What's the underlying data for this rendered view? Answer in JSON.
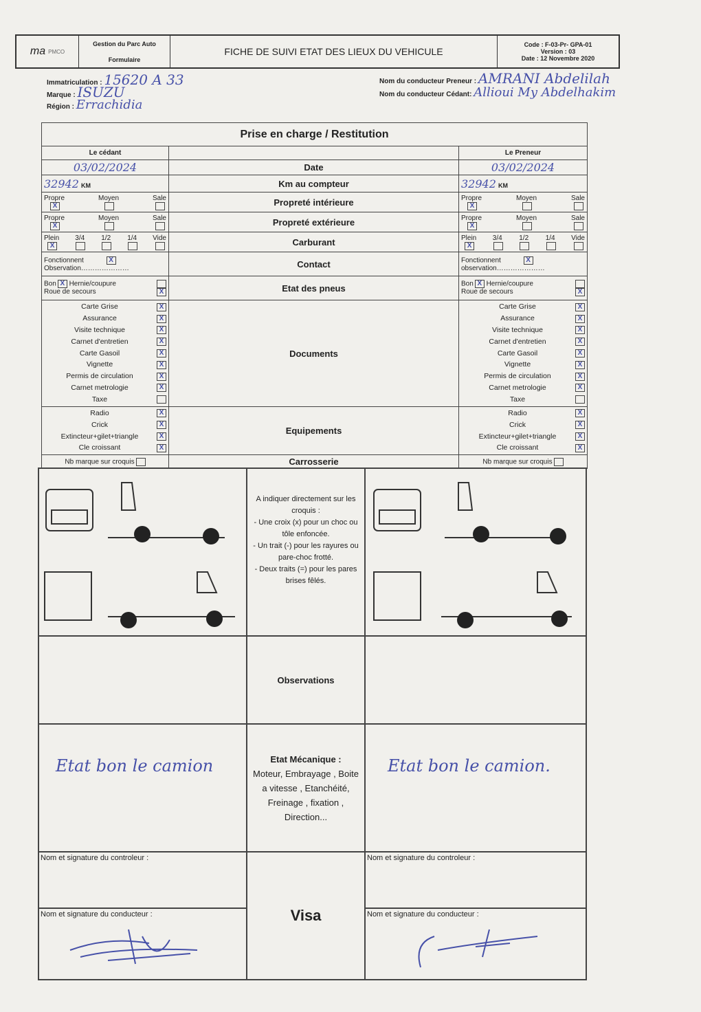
{
  "header": {
    "logo_text": "ma",
    "logo_sub": "PMCO",
    "dept": "Gestion du Parc Auto",
    "type": "Formulaire",
    "title": "FICHE DE SUIVI ETAT DES LIEUX DU VEHICULE",
    "code": "Code : F-03-Pr- GPA-01",
    "version": "Version : 03",
    "date": "Date : 12 Novembre 2020"
  },
  "info": {
    "immat_label": "Immatriculation :",
    "immat": "15620 A 33",
    "marque_label": "Marque :",
    "marque": "ISUZU",
    "region_label": "Région :",
    "region": "Errachidia",
    "preneur_label": "Nom du conducteur Preneur :",
    "preneur": "AMRANI Abdelilah",
    "cedant_label": "Nom du conducteur Cédant:",
    "cedant": "Allioui My Abdelhakim"
  },
  "table": {
    "title": "Prise en charge / Restitution",
    "left_head": "Le cédant",
    "right_head": "Le Preneur",
    "rows": {
      "date": "Date",
      "km": "Km au compteur",
      "pint": "Propreté intérieure",
      "pext": "Propreté extérieure",
      "carb": "Carburant",
      "contact": "Contact",
      "pneus": "Etat des pneus",
      "docs": "Documents",
      "equip": "Equipements",
      "carro": "Carrosserie"
    },
    "km_unit": "KM",
    "left": {
      "date": "03/02/2024",
      "km": "32942"
    },
    "right": {
      "date": "03/02/2024",
      "km": "32942"
    },
    "proprete": [
      "Propre",
      "Moyen",
      "Sale"
    ],
    "carburant": [
      "Plein",
      "3/4",
      "1/2",
      "1/4",
      "Vide"
    ],
    "fonctionnent": "Fonctionnent",
    "observation_left": "Observation",
    "observation_right": "observation",
    "bon": "Bon",
    "hernie": "Hernie/coupure",
    "roue": "Roue de secours",
    "documents": [
      "Carte Grise",
      "Assurance",
      "Visite technique",
      "Carnet d'entretien",
      "Carte Gasoil",
      "Vignette",
      "Permis de circulation",
      "Carnet metrologie",
      "Taxe"
    ],
    "documents_checked": [
      true,
      true,
      true,
      true,
      true,
      true,
      true,
      true,
      false
    ],
    "equipements": [
      "Radio",
      "Crick",
      "Extincteur+gilet+triangle",
      "Cle croissant"
    ],
    "nb_marque": "Nb marque sur croquis",
    "check_mark": "X"
  },
  "croquis": {
    "instructions": [
      "A indiquer directement sur les croquis :",
      "- Une croix (x) pour un choc ou tôle enfoncée.",
      "- Un trait (-) pour les rayures ou pare-choc frotté.",
      "- Deux traits (=) pour les pares brises fêlés."
    ]
  },
  "observations": {
    "label": "Observations"
  },
  "mecanique": {
    "title": "Etat Mécanique :",
    "desc": "Moteur, Embrayage , Boite a vitesse , Etanchéité, Freinage , fixation , Direction...",
    "left": "Etat bon le camion",
    "right": "Etat bon le camion."
  },
  "visa": {
    "label": "Visa",
    "controleur": "Nom et signature du controleur :",
    "conducteur": "Nom et signature du conducteur :"
  }
}
